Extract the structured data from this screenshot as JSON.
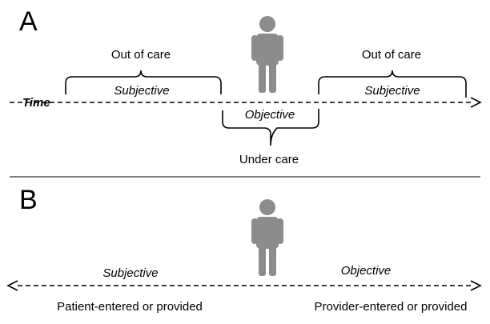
{
  "panel_a": {
    "letter": "A",
    "time_label": "Time",
    "out_of_care_left": "Out of care",
    "subjective_left": "Subjective",
    "objective": "Objective",
    "under_care": "Under care",
    "out_of_care_right": "Out of care",
    "subjective_right": "Subjective"
  },
  "panel_b": {
    "letter": "B",
    "subjective": "Subjective",
    "objective": "Objective",
    "patient_label": "Patient-entered or provided",
    "provider_label": "Provider-entered or provided"
  },
  "colors": {
    "person": "#8c8c8c",
    "line": "#000000"
  },
  "icons": {
    "person": "person-icon"
  }
}
